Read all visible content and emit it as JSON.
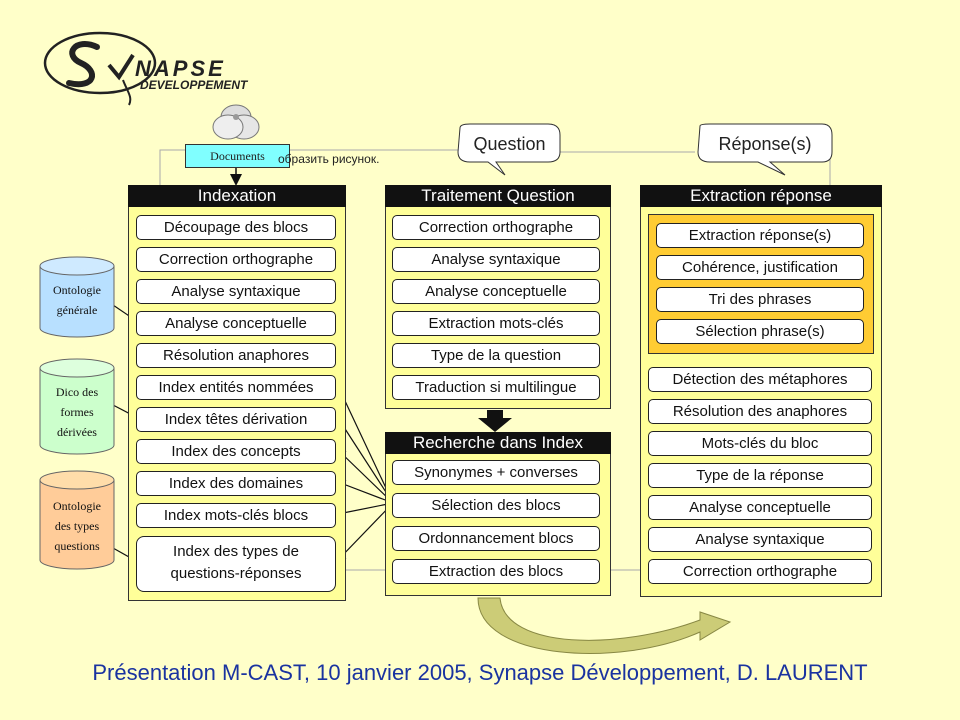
{
  "logo": {
    "name": "NAPSE",
    "subtitle": "DEVELOPPEMENT"
  },
  "documents_label": "Documents",
  "clipboard_text": "обрaзить рисунок.",
  "bubbles": {
    "question": "Question",
    "answer": "Réponse(s)"
  },
  "indexation": {
    "title": "Indexation",
    "steps": [
      "Découpage des blocs",
      "Correction orthographe",
      "Analyse syntaxique",
      "Analyse conceptuelle",
      "Résolution anaphores",
      "Index entités nommées",
      "Index têtes dérivation",
      "Index des concepts",
      "Index des domaines",
      "Index mots-clés blocs"
    ],
    "last_step": [
      "Index des types de",
      "questions-réponses"
    ]
  },
  "traitement": {
    "title": "Traitement Question",
    "steps": [
      "Correction orthographe",
      "Analyse syntaxique",
      "Analyse conceptuelle",
      "Extraction mots-clés",
      "Type de la question",
      "Traduction si multilingue"
    ]
  },
  "recherche": {
    "title": "Recherche dans Index",
    "steps": [
      "Synonymes + converses",
      "Sélection des blocs",
      "Ordonnancement blocs",
      "Extraction des blocs"
    ]
  },
  "extraction": {
    "title": "Extraction réponse",
    "inner_steps": [
      "Extraction réponse(s)",
      "Cohérence, justification",
      "Tri des phrases",
      "Sélection phrase(s)"
    ],
    "steps": [
      "Détection des métaphores",
      "Résolution des anaphores",
      "Mots-clés du bloc",
      "Type de la réponse",
      "Analyse conceptuelle",
      "Analyse syntaxique",
      "Correction orthographe"
    ]
  },
  "databases": [
    {
      "lines": [
        "Ontologie",
        "générale"
      ],
      "color": "#b8e0ff"
    },
    {
      "lines": [
        "Dico des",
        "formes",
        "dérivées"
      ],
      "color": "#ccffcc"
    },
    {
      "lines": [
        "Ontologie",
        "des types",
        "questions"
      ],
      "color": "#ffcc99"
    }
  ],
  "footer": "Présentation M-CAST, 10 janvier 2005, Synapse Développement,  D. LAURENT",
  "colors": {
    "background": "#ffffc9",
    "column": "#ffff99",
    "inner_panel": "#ffcc33",
    "header": "#111111",
    "footer_text": "#1a33a0"
  }
}
